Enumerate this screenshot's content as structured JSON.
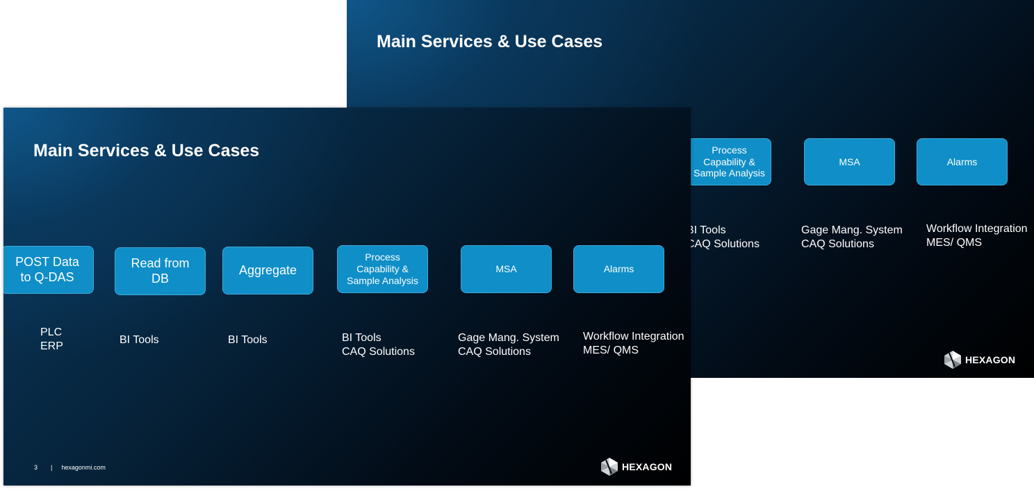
{
  "back_slide": {
    "title": "Main Services & Use Cases",
    "boxes": [
      {
        "label": "Process\nCapability &\nSample Analysis"
      },
      {
        "label": "MSA"
      },
      {
        "label": "Alarms"
      }
    ],
    "captions": [
      {
        "text": "BI Tools\nCAQ Solutions"
      },
      {
        "text": "Gage Mang. System\nCAQ Solutions"
      },
      {
        "text": "Workflow Integration\nMES/ QMS"
      }
    ],
    "logo_text": "HEXAGON"
  },
  "front_slide": {
    "title": "Main Services & Use Cases",
    "boxes": [
      {
        "label": "POST Data\nto Q-DAS"
      },
      {
        "label": "Read from\nDB"
      },
      {
        "label": "Aggregate"
      },
      {
        "label": "Process\nCapability &\nSample Analysis"
      },
      {
        "label": "MSA"
      },
      {
        "label": "Alarms"
      }
    ],
    "captions": [
      {
        "text": "PLC\nERP"
      },
      {
        "text": "BI Tools"
      },
      {
        "text": "BI Tools"
      },
      {
        "text": "BI Tools\nCAQ Solutions"
      },
      {
        "text": "Gage Mang. System\nCAQ Solutions"
      },
      {
        "text": "Workflow Integration\nMES/ QMS"
      }
    ],
    "logo_text": "HEXAGON",
    "footer": {
      "page_number": "3",
      "separator": "|",
      "website": "hexagonmi.com"
    }
  },
  "colors": {
    "box_fill": "#0f8ec7",
    "slide_dark": "#020a14",
    "slide_highlight": "#10588c"
  }
}
